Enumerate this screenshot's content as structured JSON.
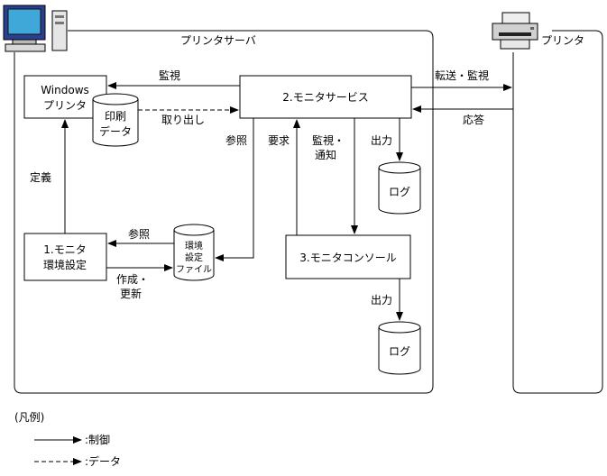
{
  "server_frame": {
    "title": "プリンタサーバ"
  },
  "printer_frame": {
    "title": "プリンタ"
  },
  "icons": {
    "server": "server-pc-icon",
    "printer": "printer-icon"
  },
  "nodes": {
    "windows_printer": {
      "line1": "Windows",
      "line2": "プリンタ"
    },
    "print_data": {
      "line1": "印刷",
      "line2": "データ"
    },
    "monitor_service": {
      "label": "2.モニタサービス"
    },
    "log_1": {
      "label": "ログ"
    },
    "monitor_setting": {
      "line1": "1.モニタ",
      "line2": "環境設定"
    },
    "env_file": {
      "line1": "環境",
      "line2": "設定",
      "line3": "ファイル"
    },
    "monitor_console": {
      "label": "3.モニタコンソール"
    },
    "log_2": {
      "label": "ログ"
    }
  },
  "edges": {
    "watch": "監視",
    "take_out": "取り出し",
    "transfer_watch": "転送・監視",
    "response": "応答",
    "reference_1": "参照",
    "request": "要求",
    "watch_notify_1": "監視・",
    "watch_notify_2": "通知",
    "output_1": "出力",
    "definition": "定義",
    "reference_2": "参照",
    "create_update_1": "作成・",
    "create_update_2": "更新",
    "output_2": "出力"
  },
  "legend": {
    "title": "(凡例)",
    "control": ":制御",
    "data": ":データ"
  }
}
